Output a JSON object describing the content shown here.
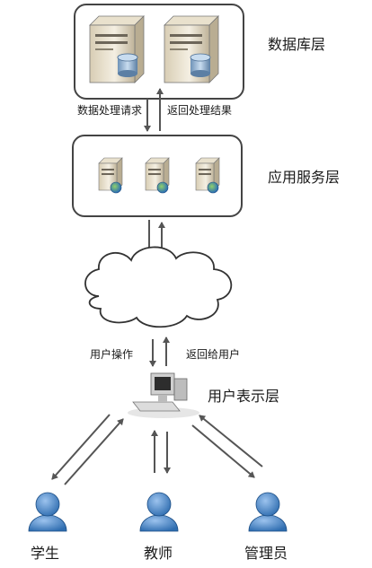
{
  "layers": {
    "database": "数据库层",
    "app_server": "应用服务层",
    "presentation": "用户表示层"
  },
  "arrows": {
    "db_request": "数据处理请求",
    "db_return": "返回处理结果",
    "user_op": "用户操作",
    "return_user": "返回给用户"
  },
  "users": {
    "student": "学生",
    "teacher": "教师",
    "admin": "管理员"
  },
  "icons": [
    "database-server-icon",
    "app-server-icon",
    "cloud-icon",
    "computer-icon",
    "user-icon"
  ]
}
